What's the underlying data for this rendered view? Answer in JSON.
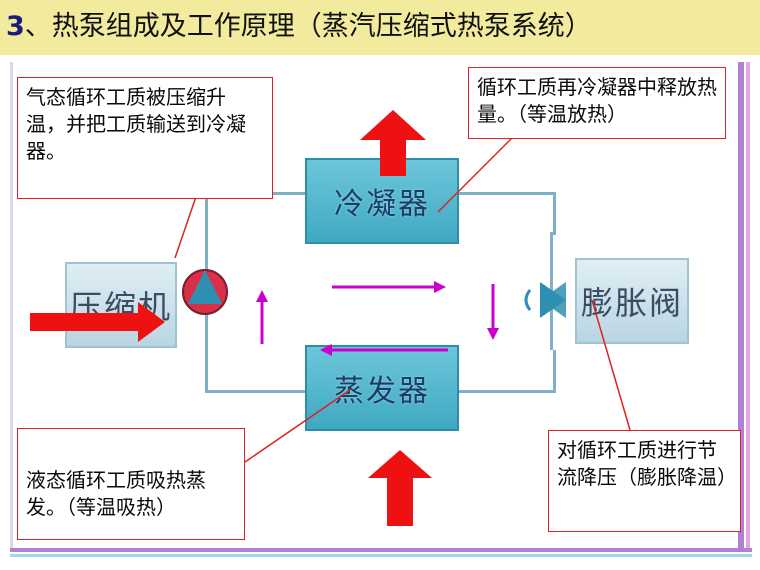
{
  "title": {
    "number": "3",
    "text": "、热泵组成及工作原理（蒸汽压缩式热泵系统）"
  },
  "components": {
    "condenser": "冷凝器",
    "evaporator": "蒸发器",
    "compressor": "压缩机",
    "expansion_valve": "膨胀阀"
  },
  "callouts": {
    "compressor_note": "气态循环工质被压缩升温，并把工质输送到冷凝器。",
    "condenser_note": "循环工质再冷凝器中释放热量。（等温放热）",
    "evaporator_note": "液态循环工质吸热蒸发。（等温吸热）",
    "valve_note": "对循环工质进行节流降压（膨胀降温）"
  },
  "colors": {
    "title_bg": "#f2ea9c",
    "heat_arrow": "#ee1111",
    "flow_arrow": "#cc00cc",
    "unit_fill": "#3fa9c2",
    "callout_border": "#dd2222"
  }
}
